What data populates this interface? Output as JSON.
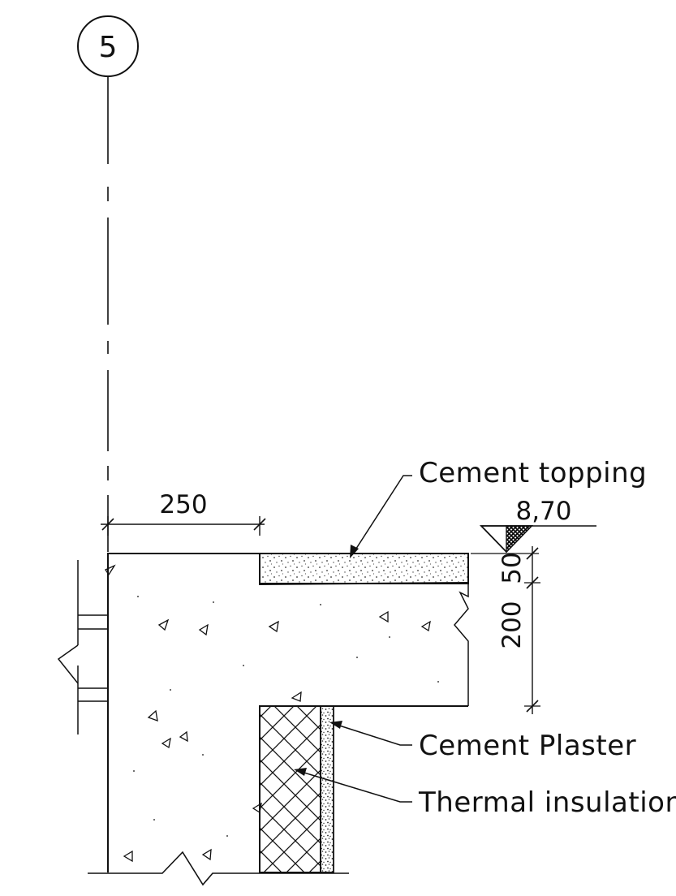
{
  "grid_marker": {
    "label": "5"
  },
  "dimensions": {
    "width": "250",
    "topping": "50",
    "slab": "200"
  },
  "level": {
    "value": "8,70"
  },
  "labels": {
    "cement_topping": "Cement topping",
    "cement_plaster": "Cement Plaster",
    "thermal_insulation": "Thermal insulation"
  }
}
